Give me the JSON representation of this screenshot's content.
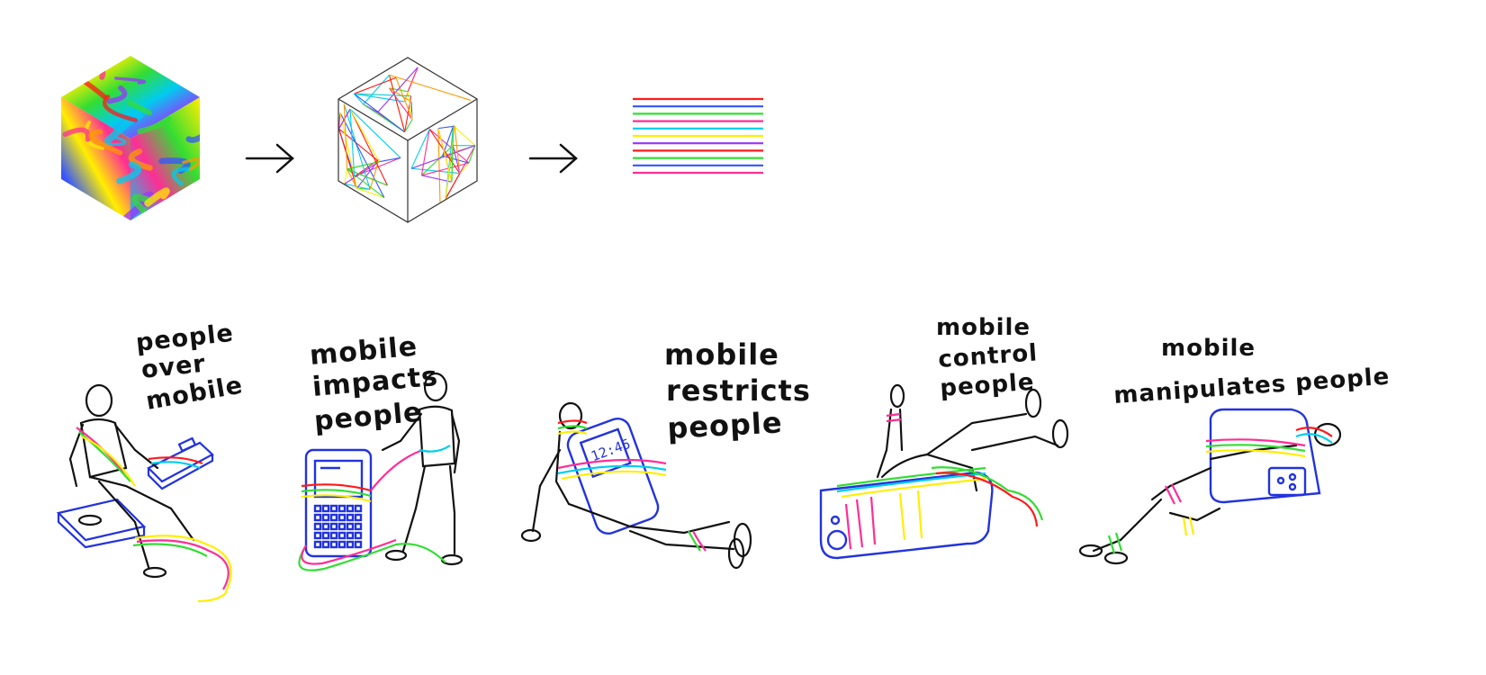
{
  "colors": {
    "ink": "#111111",
    "phone_blue": "#2233dd",
    "rainbow": [
      "#ff2d95",
      "#ff1a1a",
      "#ff9900",
      "#ffee00",
      "#33dd33",
      "#00ccee",
      "#3355ff",
      "#9933ff"
    ]
  },
  "process": {
    "steps": [
      "marbled-cube",
      "wireframe-cube",
      "straight-lines"
    ],
    "arrow_icon": "right-arrow-icon"
  },
  "panels": [
    {
      "id": "over",
      "caption": [
        "people",
        "over",
        "mobile"
      ]
    },
    {
      "id": "impacts",
      "caption": [
        "mobile",
        "impacts",
        "people"
      ],
      "screen_text": ""
    },
    {
      "id": "restricts",
      "caption": [
        "mobile",
        "restricts",
        "people"
      ],
      "screen_text": "12:45"
    },
    {
      "id": "control",
      "caption": [
        "mobile",
        "control",
        "people"
      ]
    },
    {
      "id": "manipulates",
      "caption": [
        "mobile",
        "manipulates people"
      ]
    }
  ]
}
